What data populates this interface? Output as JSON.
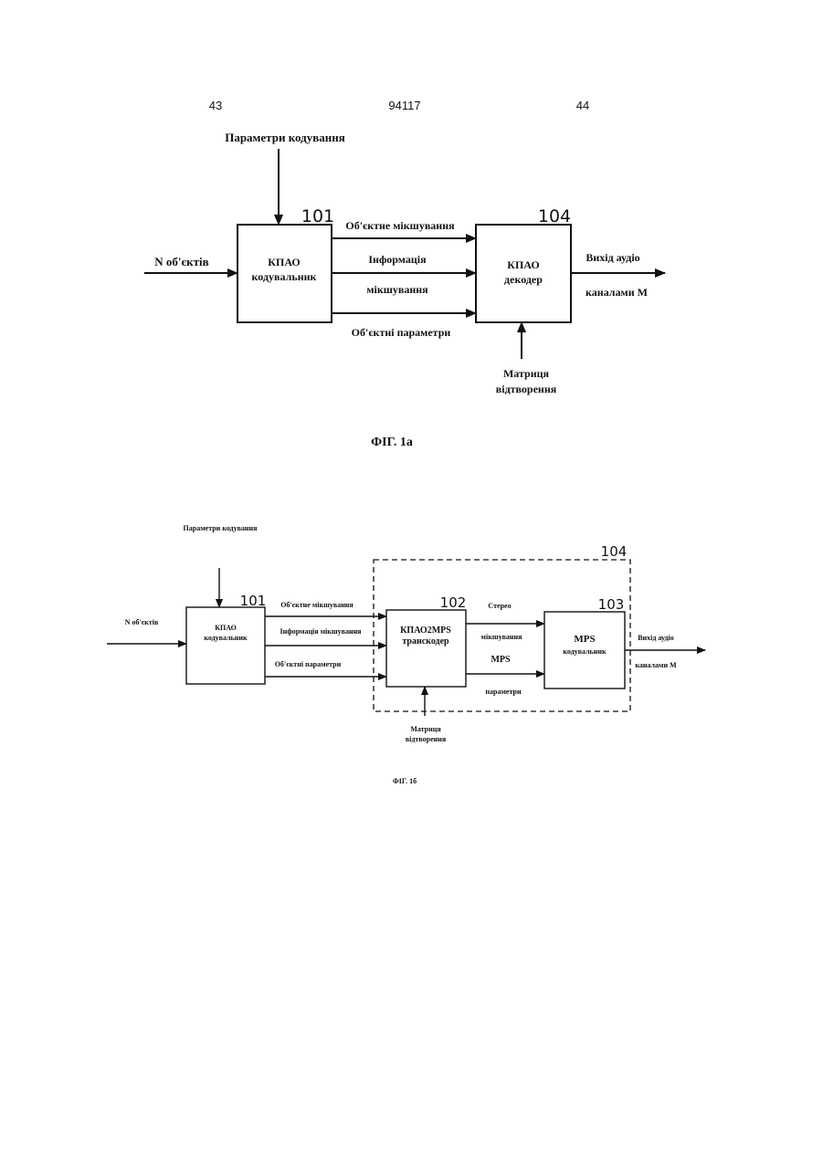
{
  "header": {
    "page_left": "43",
    "patent_number": "94117",
    "page_right": "44"
  },
  "fig1a": {
    "params_label": "Параметри кодування",
    "input_label": "N об'єктів",
    "encoder_ref": "101",
    "encoder_line1": "КПАО",
    "encoder_line2": "кодувальник",
    "mix_label": "Об'єктне мікшування",
    "info_line1": "Інформація",
    "info_line2": "мікшування",
    "obj_params_label": "Об'єктні параметри",
    "decoder_ref": "104",
    "decoder_line1": "КПАО",
    "decoder_line2": "декодер",
    "output_line1": "Вихід аудіо",
    "output_line2": "каналами M",
    "matrix_line1": "Матриця",
    "matrix_line2": "відтворення",
    "caption": "ФІГ. 1а"
  },
  "fig1b": {
    "params_label": "Параметри кодування",
    "input_label": "N об'єктів",
    "encoder_ref": "101",
    "encoder_line1": "КПАО",
    "encoder_line2": "кодувальник",
    "mix_label": "Об'єктне мікшування",
    "info_label": "Інформація мікшування",
    "obj_params_label": "Об'єктні параметри",
    "group_ref": "104",
    "transcoder_ref": "102",
    "transcoder_line1": "КПАО2MPS",
    "transcoder_line2": "транскодер",
    "stereo_line1": "Стерео",
    "stereo_line2": "мікшування",
    "mps_line1": "MPS",
    "mps_line2": "параметри",
    "mps_encoder_ref": "103",
    "mps_encoder_line1": "MPS",
    "mps_encoder_line2": "кодувальник",
    "output_line1": "Вихід аудіо",
    "output_line2": "каналами M",
    "matrix_line1": "Матриця",
    "matrix_line2": "відтворення",
    "caption": "ФІГ. 1б"
  }
}
